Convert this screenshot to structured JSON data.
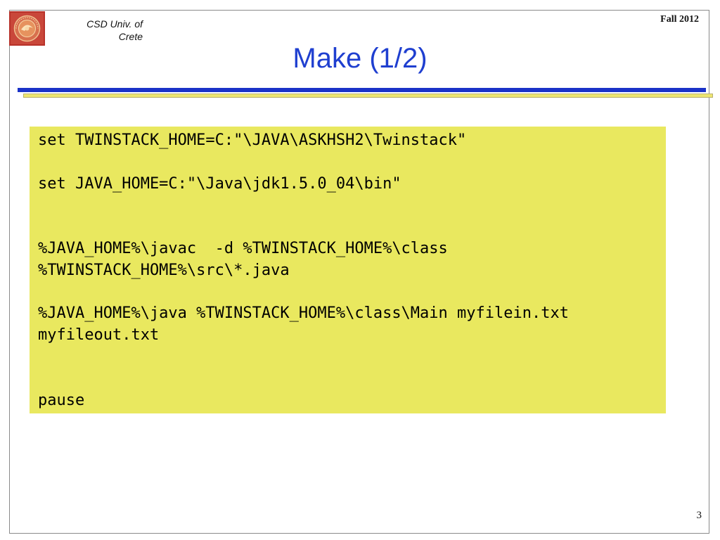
{
  "header": {
    "institution": "CSD Univ. of\nCrete",
    "term": "Fall 2012"
  },
  "slide": {
    "title": "Make (1/2)",
    "page_number": "3"
  },
  "colors": {
    "title": "#1f3fd0",
    "rule_blue": "#1a32c8",
    "rule_yellow": "#ede570",
    "code_background": "#e9e85f",
    "logo_red": "#c0392b"
  },
  "code": {
    "lines": [
      "set TWINSTACK_HOME=C:\"\\JAVA\\ASKHSH2\\Twinstack\"",
      "",
      "set JAVA_HOME=C:\"\\Java\\jdk1.5.0_04\\bin\"",
      "",
      "",
      "%JAVA_HOME%\\javac  -d %TWINSTACK_HOME%\\class",
      "%TWINSTACK_HOME%\\src\\*.java",
      "",
      "%JAVA_HOME%\\java %TWINSTACK_HOME%\\class\\Main myfilein.txt",
      "myfileout.txt",
      "",
      "",
      "pause"
    ]
  },
  "logo": {
    "icon": "university-seal-icon"
  }
}
